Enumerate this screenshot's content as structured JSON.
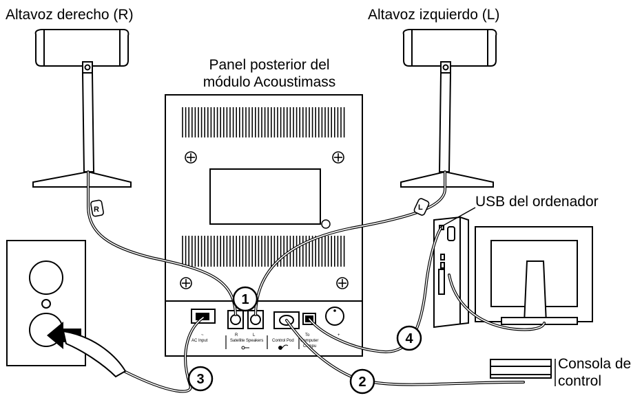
{
  "labels": {
    "right_speaker": "Altavoz derecho (R)",
    "left_speaker": "Altavoz izquierdo (L)",
    "panel_line1": "Panel posterior del",
    "panel_line2": "módulo Acoustimass",
    "usb": "USB del ordenador",
    "console_line1": "Consola de",
    "console_line2": "control"
  },
  "connectors": {
    "ac_symbol": "~",
    "ac_input": "AC Input",
    "r": "R",
    "l": "L",
    "satellite": "Satellite Speakers",
    "control_pod": "Control Pod",
    "to": "To",
    "computer": "Computer",
    "plus": "+",
    "compu_tail": "Compu"
  },
  "cable_tags": {
    "right": "R",
    "left": "L"
  },
  "callouts": [
    "1",
    "2",
    "3",
    "4"
  ]
}
